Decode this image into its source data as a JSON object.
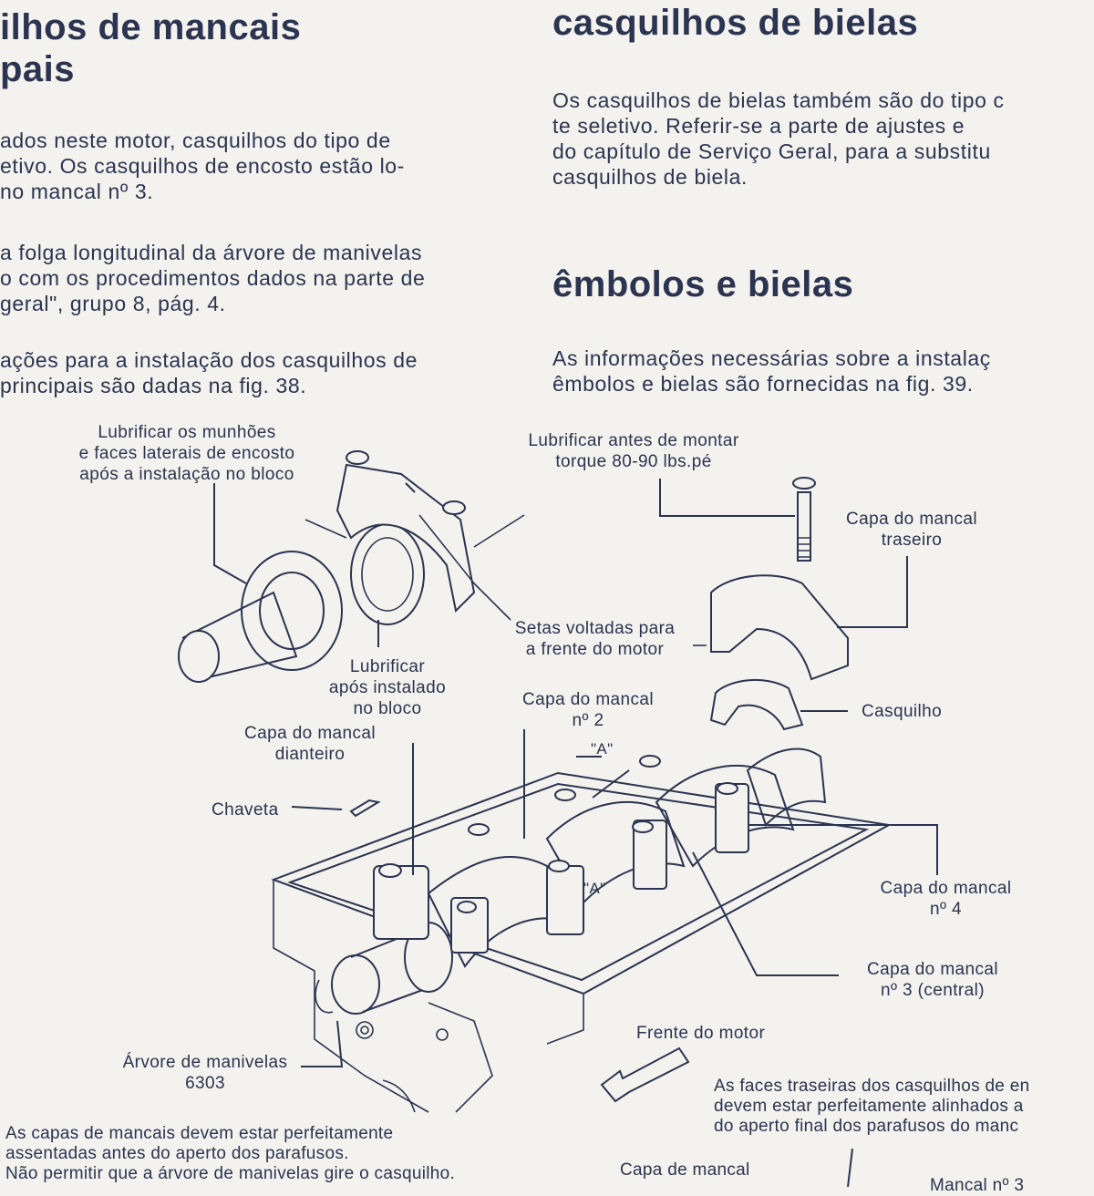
{
  "left_column": {
    "heading_line1": "ilhos de mancais",
    "heading_line2": "pais",
    "paragraphs": [
      [
        "ados neste motor, casquilhos do tipo de",
        "etivo. Os casquilhos de encosto estão lo-",
        " no mancal nº 3."
      ],
      [
        "a folga longitudinal da árvore de manivelas",
        "o com os procedimentos dados na parte de",
        "geral\", grupo 8, pág. 4."
      ],
      [
        "ações para a instalação dos casquilhos de",
        "principais são dadas na fig. 38."
      ]
    ]
  },
  "right_column": {
    "heading1": "casquilhos de bielas",
    "paragraph1": [
      "Os casquilhos de bielas também são do tipo c",
      "te seletivo. Referir-se a parte de ajustes e",
      "do capítulo de Serviço Geral, para a substitu",
      "casquilhos de biela."
    ],
    "heading2": "êmbolos e bielas",
    "paragraph2": [
      "As informações necessárias sobre a instalaç",
      "êmbolos e bielas são fornecidas na fig. 39."
    ]
  },
  "diagram_labels": {
    "lubrificar_munhoes": [
      "Lubrificar os munhões",
      "e faces laterais de encosto",
      "após a instalação no bloco"
    ],
    "lubrificar_torque": [
      "Lubrificar antes de montar",
      "torque 80-90 lbs.pé"
    ],
    "capa_traseiro": [
      "Capa do mancal",
      "traseiro"
    ],
    "setas_voltadas": [
      "Setas voltadas para",
      "a frente do motor"
    ],
    "lubrificar_apos": [
      "Lubrificar",
      "após instalado",
      "no bloco"
    ],
    "capa_no2": [
      "Capa do mancal",
      "nº 2"
    ],
    "casquilho": "Casquilho",
    "capa_dianteiro": [
      "Capa do mancal",
      "dianteiro"
    ],
    "marker_a": "\"A\"",
    "chaveta": "Chaveta",
    "capa_no4": [
      "Capa do mancal",
      "nº 4"
    ],
    "capa_no3": [
      "Capa do mancal",
      "nº 3 (central)"
    ],
    "frente_motor": "Frente do motor",
    "arvore": [
      "Árvore de manivelas",
      "6303"
    ]
  },
  "footer": {
    "left_note": [
      "As capas de mancais devem estar perfeitamente",
      "assentadas antes do aperto dos parafusos.",
      "Não permitir que a árvore de manivelas gire o casquilho."
    ],
    "right_note": [
      "As faces traseiras dos casquilhos de en",
      "devem estar perfeitamente alinhados a",
      "do aperto final dos parafusos do manc"
    ],
    "capa_de_mancal": "Capa de mancal",
    "mancal_no3_partial": "Mancal nº 3"
  }
}
